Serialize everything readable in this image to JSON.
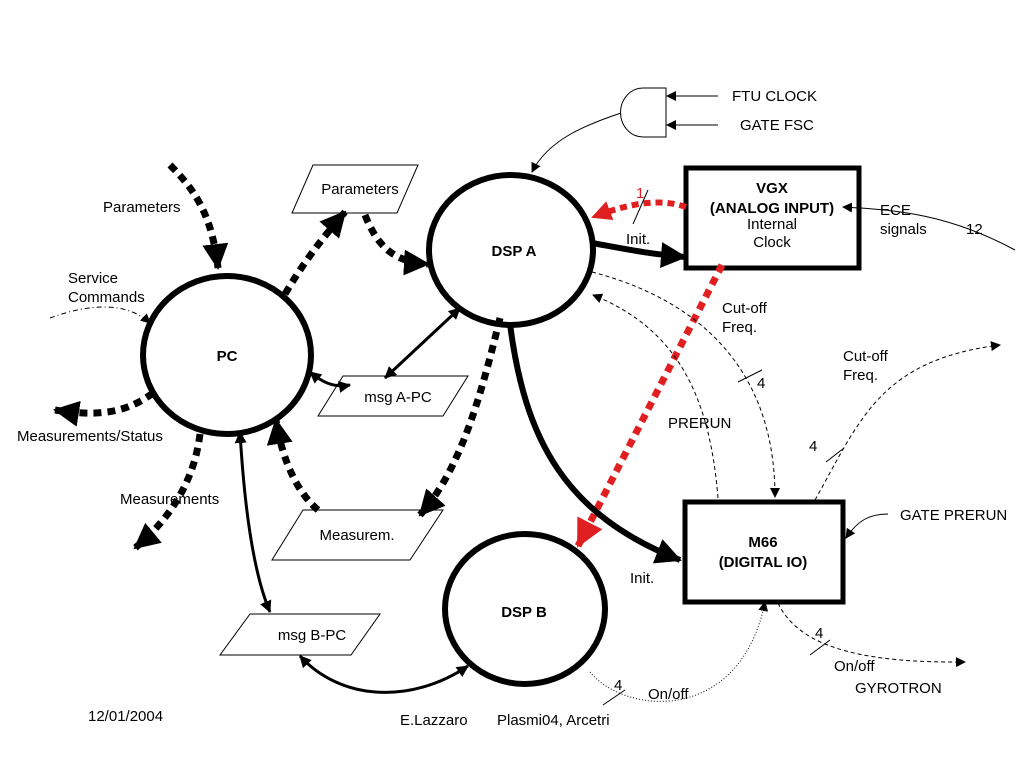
{
  "nodes": {
    "pc": "PC",
    "dsp_a": "DSP A",
    "dsp_b": "DSP B",
    "vgx_title": "VGX",
    "vgx_sub": "(ANALOG INPUT)",
    "vgx_internal": "Internal",
    "vgx_clock": "Clock",
    "m66_title": "M66",
    "m66_sub": "(DIGITAL IO)"
  },
  "data_boxes": {
    "parameters": "Parameters",
    "msg_a_pc": "msg A-PC",
    "measurem": "Measurem.",
    "msg_b_pc": "msg B-PC"
  },
  "labels": {
    "ftu_clock": "FTU CLOCK",
    "gate_fsc": "GATE FSC",
    "parameters_in": "Parameters",
    "service": "Service",
    "commands": "Commands",
    "measurements_status": "Measurements/Status",
    "measurements": "Measurements",
    "init_a": "Init.",
    "init_b": "Init.",
    "one": "1",
    "ece": "ECE",
    "signals": "signals",
    "twelve": "12",
    "cutoff1": "Cut-off",
    "freq1": "Freq.",
    "four1": "4",
    "cutoff2": "Cut-off",
    "freq2": "Freq.",
    "four2": "4",
    "prerun": "PRERUN",
    "gate_prerun": "GATE PRERUN",
    "four3": "4",
    "onoff_r": "On/off",
    "gyrotron": "GYROTRON",
    "four4": "4",
    "onoff_b": "On/off"
  },
  "footer": {
    "date": "12/01/2004",
    "author": "E.Lazzaro",
    "venue": "Plasmi04, Arcetri"
  },
  "colors": {
    "line": "#000000",
    "highlight": "#e02020"
  }
}
